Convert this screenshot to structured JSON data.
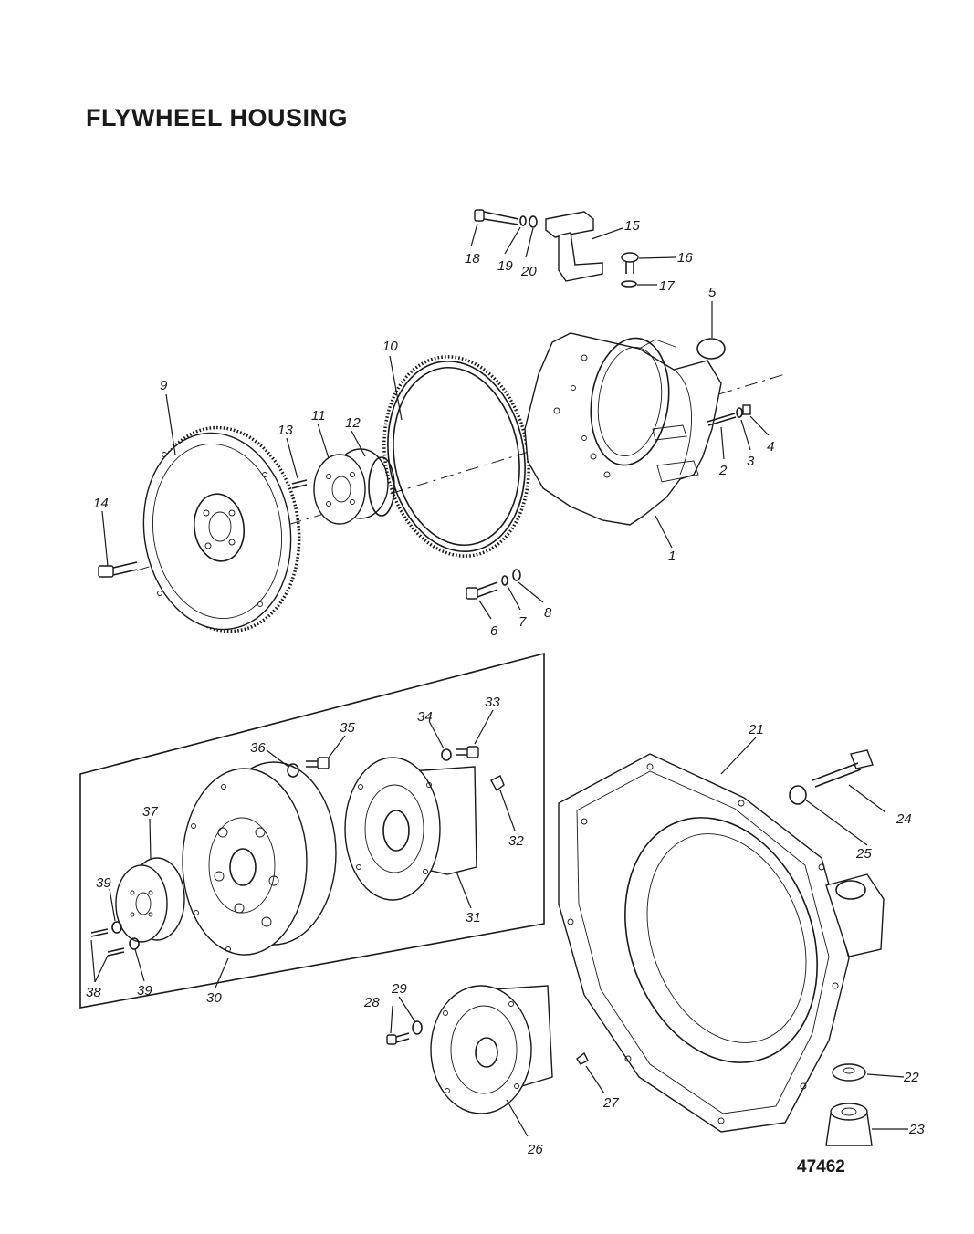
{
  "title": "FLYWHEEL HOUSING",
  "figure_number": "47462",
  "callouts": [
    "1",
    "2",
    "3",
    "4",
    "5",
    "6",
    "7",
    "8",
    "9",
    "10",
    "11",
    "12",
    "13",
    "14",
    "15",
    "16",
    "17",
    "18",
    "19",
    "20",
    "21",
    "22",
    "23",
    "24",
    "25",
    "26",
    "27",
    "28",
    "29",
    "30",
    "31",
    "32",
    "33",
    "34",
    "35",
    "36",
    "37",
    "38",
    "39",
    "39"
  ]
}
